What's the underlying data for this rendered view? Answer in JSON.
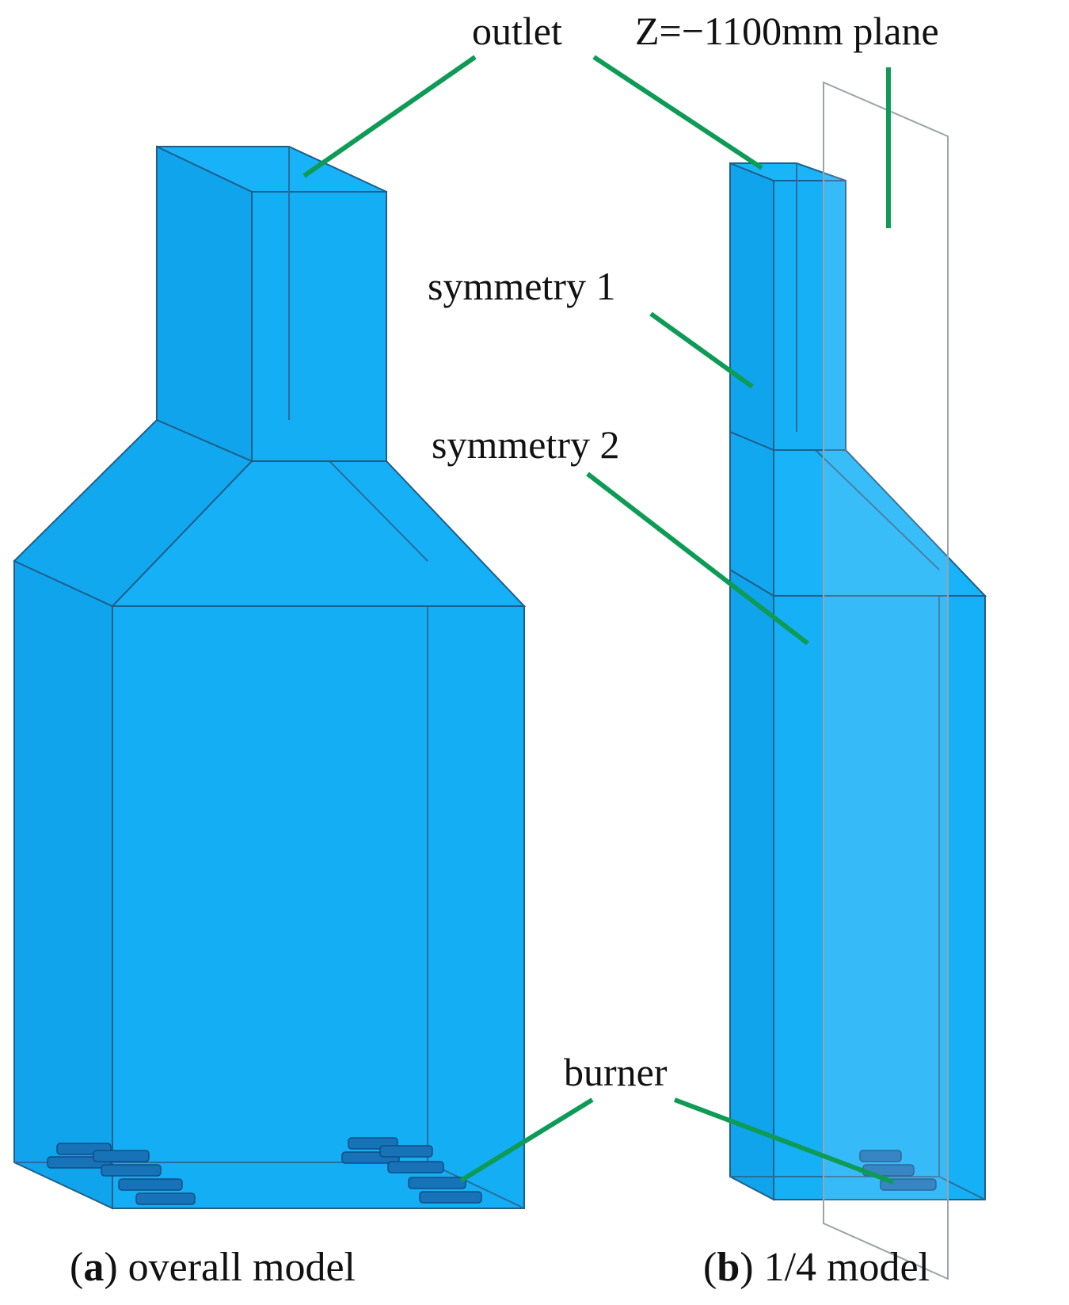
{
  "labels": {
    "outlet": "outlet",
    "plane": "Z=−1100mm plane",
    "symmetry1": "symmetry 1",
    "symmetry2": "symmetry 2",
    "burner": "burner"
  },
  "captions": {
    "a": {
      "open": "(",
      "letter": "a",
      "rest": ") overall model"
    },
    "b": {
      "open": "(",
      "letter": "b",
      "rest": ") 1/4 model"
    }
  },
  "colors": {
    "model_fill": "#14aef5",
    "model_edge": "#1e5f8a",
    "leader": "#0e9b55",
    "burner": "#1772b8",
    "plane_edge": "#9aa3ab"
  }
}
